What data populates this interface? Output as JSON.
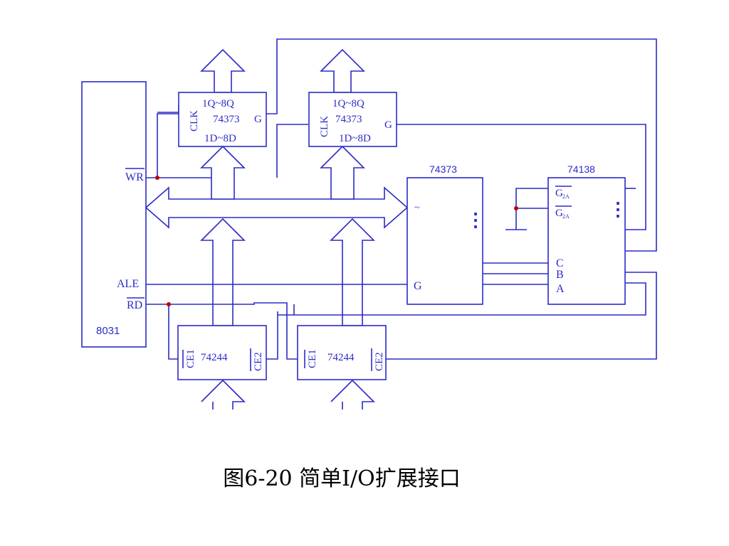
{
  "diagram": {
    "mcu": {
      "name": "8031",
      "pins": {
        "wr": "WR",
        "ale": "ALE",
        "rd": "RD"
      }
    },
    "output_latches": [
      {
        "top": "1Q~8Q",
        "name": "74373",
        "bottom": "1D~8D",
        "clk": "CLK",
        "gate": "G"
      },
      {
        "top": "1Q~8Q",
        "name": "74373",
        "bottom": "1D~8D",
        "clk": "CLK",
        "gate": "G"
      }
    ],
    "address_latch": {
      "name": "74373",
      "tilde": "~",
      "dots": "⋮",
      "gate": "G"
    },
    "decoder": {
      "name": "74138",
      "g2a_1": "G",
      "g2a_sub_1": "2A",
      "g2a_2": "G",
      "g2a_sub_2": "2A",
      "dots": "⋮",
      "c": "C",
      "b": "B",
      "a": "A"
    },
    "input_buffers": [
      {
        "ce1": "CE1",
        "name": "74244",
        "ce2": "CE2"
      },
      {
        "ce1": "CE1",
        "name": "74244",
        "ce2": "CE2"
      }
    ]
  },
  "caption": "图6-20  简单I/O扩展接口"
}
